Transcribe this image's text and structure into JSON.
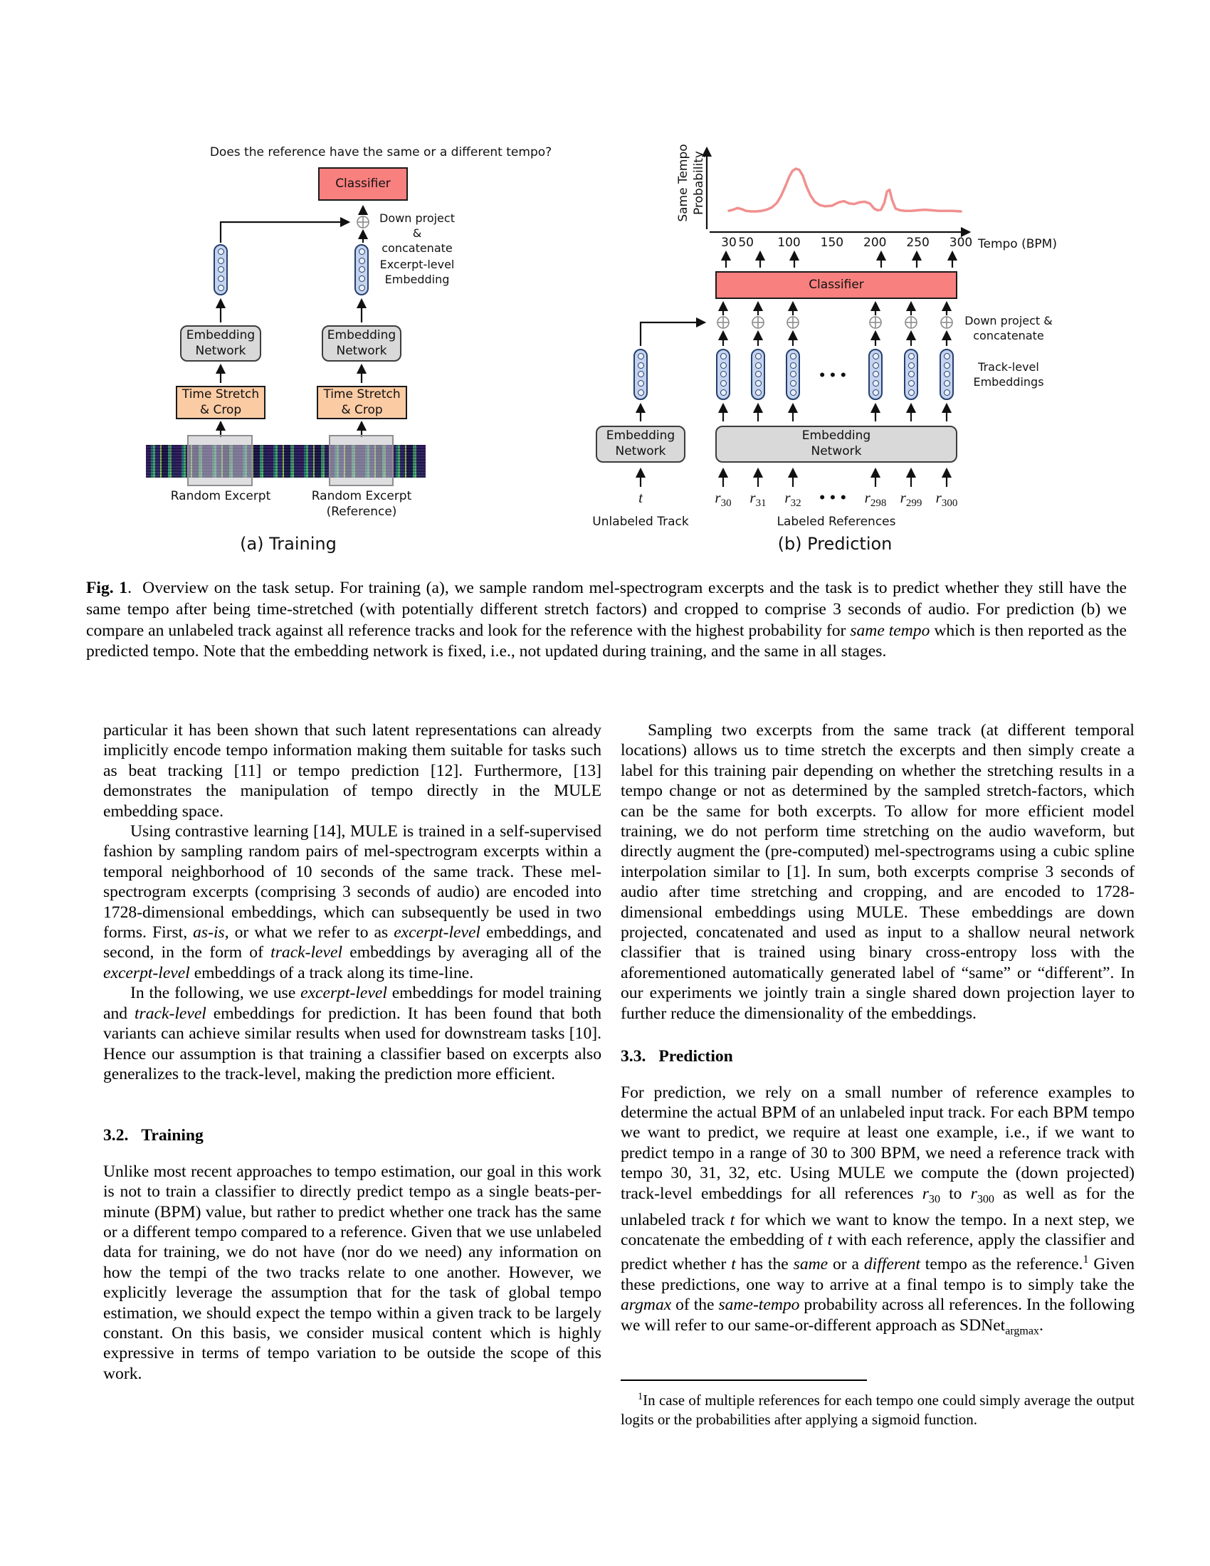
{
  "figure": {
    "panel_a": {
      "question": "Does the reference have the same or a different tempo?",
      "classifier": "Classifier",
      "down_project": "Down project &\nconcatenate",
      "excerpt_embedding": "Excerpt-level\nEmbedding",
      "embedding_network": "Embedding\nNetwork",
      "time_stretch": "Time Stretch\n& Crop",
      "random_excerpt": "Random Excerpt",
      "random_excerpt_reference": "Random Excerpt\n(Reference)",
      "caption": "(a) Training"
    },
    "panel_b": {
      "classifier": "Classifier",
      "down_project": "Down project &\nconcatenate",
      "track_embeddings": "Track-level\nEmbeddings",
      "embedding_network": "Embedding\nNetwork",
      "unlabeled_track": "Unlabeled Track",
      "labeled_references": "Labeled References",
      "caption": "(b) Prediction",
      "t_label": "t",
      "dots": "•••",
      "references": [
        {
          "base": "r",
          "sub": "30"
        },
        {
          "base": "r",
          "sub": "31"
        },
        {
          "base": "r",
          "sub": "32"
        },
        {
          "base": "r",
          "sub": "298"
        },
        {
          "base": "r",
          "sub": "299"
        },
        {
          "base": "r",
          "sub": "300"
        }
      ]
    },
    "colors": {
      "classifier_fill": "#f8807f",
      "time_stretch_fill": "#fbcba4",
      "network_fill": "#d9d9d9",
      "embedding_fill": "#c5d3ee",
      "embedding_border": "#25406e",
      "curve": "#f0908f"
    }
  },
  "chart_data": {
    "type": "line",
    "title": "",
    "xlabel": "Tempo (BPM)",
    "ylabel": "Same Tempo Probability",
    "x_ticks": [
      30,
      50,
      100,
      150,
      200,
      250,
      300
    ],
    "xlim": [
      30,
      300
    ],
    "ylim": [
      0,
      1
    ],
    "grid": false,
    "legend": "none",
    "series_color": "#f0908f",
    "x": [
      30,
      35,
      40,
      45,
      50,
      56,
      62,
      68,
      74,
      80,
      86,
      91,
      96,
      100,
      104,
      108,
      112,
      116,
      120,
      125,
      130,
      136,
      142,
      150,
      158,
      164,
      170,
      176,
      182,
      188,
      194,
      199,
      203,
      207,
      211,
      214,
      217,
      220,
      224,
      229,
      235,
      242,
      250,
      258,
      266,
      274,
      282,
      290,
      300
    ],
    "y": [
      0.11,
      0.13,
      0.16,
      0.14,
      0.11,
      0.1,
      0.1,
      0.11,
      0.13,
      0.17,
      0.25,
      0.38,
      0.55,
      0.7,
      0.81,
      0.85,
      0.83,
      0.73,
      0.55,
      0.38,
      0.27,
      0.21,
      0.19,
      0.2,
      0.26,
      0.28,
      0.24,
      0.23,
      0.26,
      0.27,
      0.24,
      0.15,
      0.12,
      0.13,
      0.25,
      0.45,
      0.48,
      0.3,
      0.15,
      0.12,
      0.11,
      0.11,
      0.12,
      0.13,
      0.12,
      0.11,
      0.11,
      0.11,
      0.1
    ]
  },
  "caption": {
    "html": "<b>Fig. 1</b>.&nbsp;&nbsp;Overview on the task setup. For training (a), we sample random mel-spectrogram excerpts and the task is to predict whether they still have the same tempo after being time-stretched (with potentially different stretch factors) and cropped to comprise 3 seconds of audio. For prediction (b) we compare an unlabeled track against all reference tracks and look for the reference with the highest probability for <i>same tempo</i> which is then reported as the predicted tempo. Note that the embedding network is fixed, i.e., not updated during training, and the same in all stages."
  },
  "body": {
    "left": [
      {
        "type": "p",
        "indent": false,
        "html": "particular it has been shown that such latent representations can already implicitly encode tempo information making them suitable for tasks such as beat tracking [11] or tempo prediction [12]. Furthermore, [13] demonstrates the manipulation of tempo directly in the MULE embedding space."
      },
      {
        "type": "p",
        "indent": true,
        "html": "Using contrastive learning [14], MULE is trained in a self-supervised fashion by sampling random pairs of mel-spectrogram excerpts within a temporal neighborhood of 10 seconds of the same track. These mel-spectrogram excerpts (comprising 3 seconds of audio) are encoded into 1728-dimensional embeddings, which can subsequently be used in two forms. First, <i>as-is</i>, or what we refer to as <i>excerpt-level</i> embeddings, and second, in the form of <i>track-level</i> embeddings by averaging all of the <i>excerpt-level</i> embeddings of a track along its time-line."
      },
      {
        "type": "p",
        "indent": true,
        "html": "In the following, we use <i>excerpt-level</i> embeddings for model training and <i>track-level</i> embeddings for prediction. It has been found that both variants can achieve similar results when used for downstream tasks [10]. Hence our assumption is that training a classifier based on excerpts also generalizes to the track-level, making the prediction more efficient."
      },
      {
        "type": "h",
        "number": "3.2.",
        "title": "Training"
      },
      {
        "type": "p",
        "indent": false,
        "html": "Unlike most recent approaches to tempo estimation, our goal in this work is not to train a classifier to directly predict tempo as a single beats-per-minute (BPM) value, but rather to predict whether one track has the same or a different tempo compared to a reference. Given that we use unlabeled data for training, we do not have (nor do we need) any information on how the tempi of the two tracks relate to one another. However, we explicitly leverage the assumption that for the task of global tempo estimation, we should expect the tempo within a given track to be largely constant. On this basis, we consider musical content which is highly expressive in terms of tempo variation to be outside the scope of this work."
      }
    ],
    "right": [
      {
        "type": "p",
        "indent": true,
        "html": "Sampling two excerpts from the same track (at different temporal locations) allows us to time stretch the excerpts and then simply create a label for this training pair depending on whether the stretching results in a tempo change or not as determined by the sampled stretch-factors, which can be the same for both excerpts. To allow for more efficient model training, we do not perform time stretching on the audio waveform, but directly augment the (pre-computed) mel-spectrograms using a cubic spline interpolation similar to [1]. In sum, both excerpts comprise 3 seconds of audio after time stretching and cropping, and are encoded to 1728-dimensional embeddings using MULE. These embeddings are down projected, concatenated and used as input to a shallow neural network classifier that is trained using binary cross-entropy loss with the aforementioned automatically generated label of “same” or “different”. In our experiments we jointly train a single shared down projection layer to further reduce the dimensionality of the embeddings."
      },
      {
        "type": "h",
        "number": "3.3.",
        "title": "Prediction"
      },
      {
        "type": "p",
        "indent": false,
        "html": "For prediction, we rely on a small number of reference examples to determine the actual BPM of an unlabeled input track. For each BPM tempo we want to predict, we require at least one example, i.e., if we want to predict tempo in a range of 30 to 300 BPM, we need a reference track with tempo 30, 31, 32, etc. Using MULE we compute the (down projected) track-level embeddings for all references <i>r</i><sub>30</sub> to <i>r</i><sub>300</sub> as well as for the unlabeled track <i>t</i> for which we want to know the tempo. In a next step, we concatenate the embedding of <i>t</i> with each reference, apply the classifier and predict whether <i>t</i> has the <i>same</i> or a <i>different</i> tempo as the reference.<sup>1</sup> Given these predictions, one way to arrive at a final tempo is to simply take the <i>argmax</i> of the <i>same-tempo</i> probability across all references. In the following we will refer to our same-or-different approach as SDNet<sub>argmax</sub>."
      }
    ],
    "footnote_html": "<sup>1</sup>In case of multiple references for each tempo one could simply average the output logits or the probabilities after applying a sigmoid function."
  }
}
